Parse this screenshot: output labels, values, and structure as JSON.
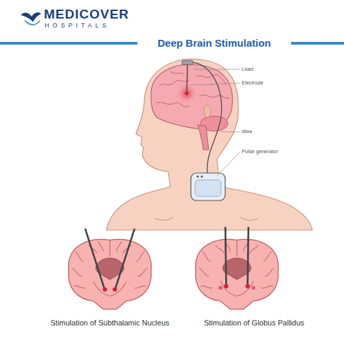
{
  "diagram": {
    "title": "Deep Brain Stimulation",
    "labels": [
      "MEDICOVER",
      "HOSPITALS",
      "Lead",
      "Electrode",
      "Wire",
      "Pulse generator",
      "Stimulation of Subthalamic Nucleus",
      "Stimulation of Globus Pallidus"
    ]
  }
}
